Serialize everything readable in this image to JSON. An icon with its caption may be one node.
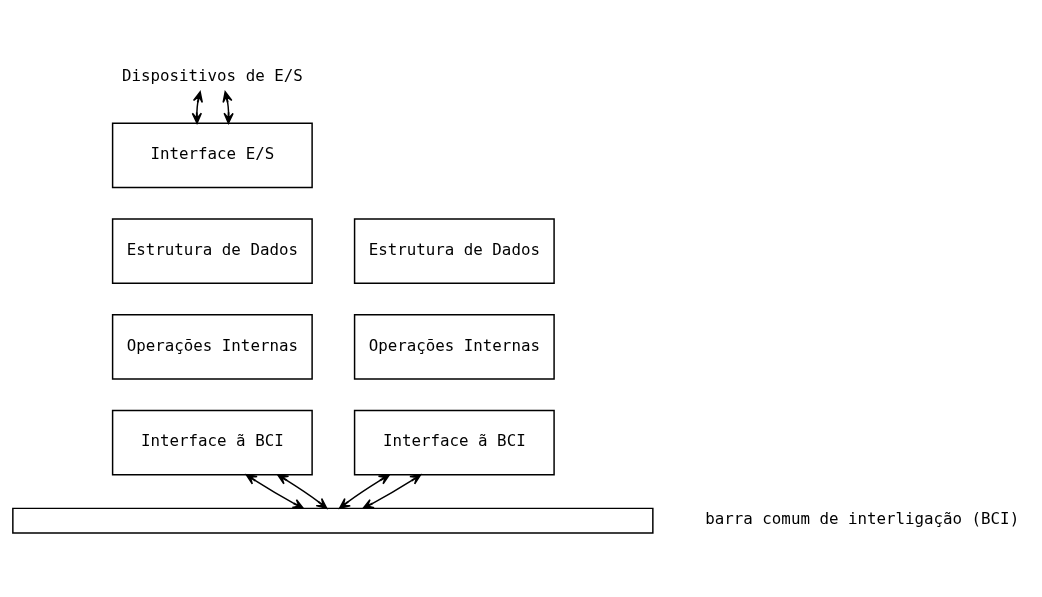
{
  "diagram": {
    "nodes": [
      {
        "text": [
          "Dispositivos de E/S"
        ]
      },
      {
        "text": [
          "Interface E/S"
        ]
      },
      {
        "text": [
          "Estrutura de Dados"
        ]
      },
      {
        "text": [
          "Operações Internas"
        ]
      },
      {
        "text": [
          "Interface ã BCI"
        ]
      },
      {
        "text": [
          "Estrutura de Dados"
        ]
      },
      {
        "text": [
          "Operações Internas"
        ]
      },
      {
        "text": [
          "Interface ã BCI"
        ]
      },
      {
        "text": [],
        "shape": "bar",
        "beside": [
          "barra comum de interligação (BCI)"
        ]
      }
    ],
    "edges": [
      {
        "from": 0,
        "to": 1,
        "arrow": "both"
      },
      {
        "from": 0,
        "to": 1,
        "arrow": "both"
      },
      {
        "from": 4,
        "to": 8,
        "arrow": "both"
      },
      {
        "from": 4,
        "to": 8,
        "arrow": "both"
      },
      {
        "from": 7,
        "to": 8,
        "arrow": "both"
      },
      {
        "from": 7,
        "to": 8,
        "arrow": "both"
      }
    ]
  }
}
